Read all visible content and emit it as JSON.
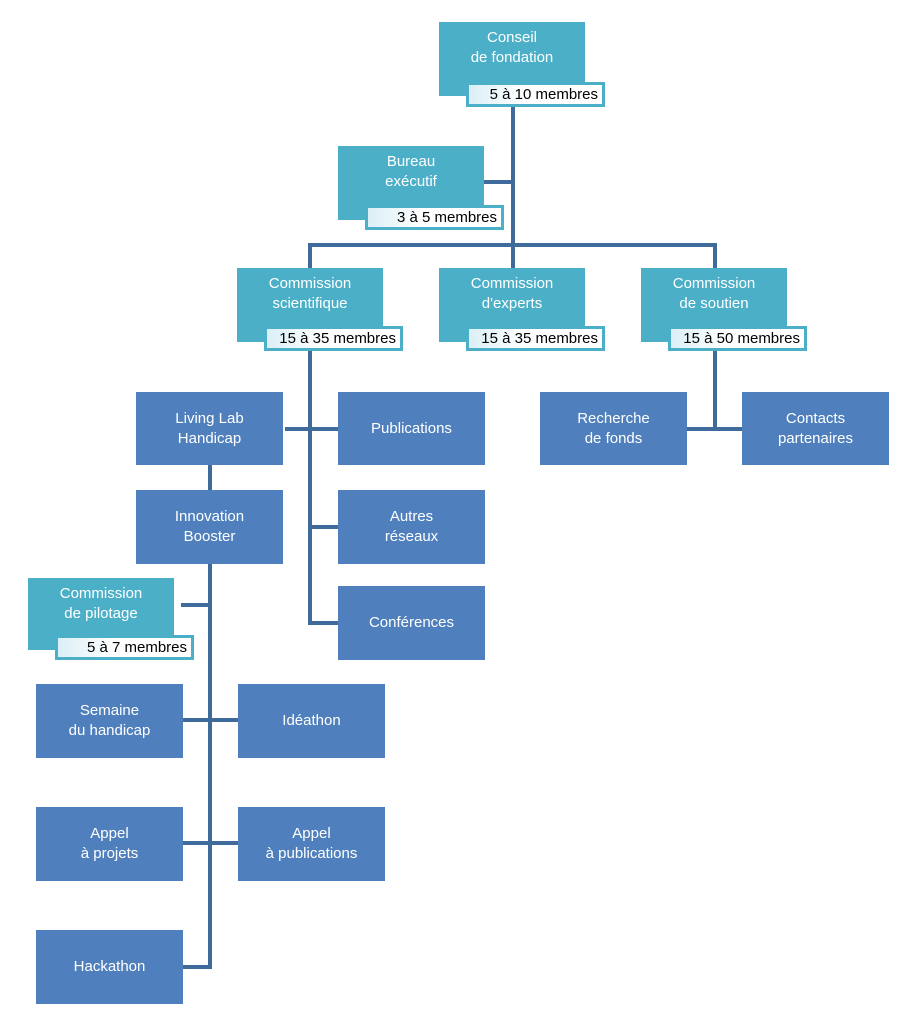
{
  "colors": {
    "teal": "#4bafc8",
    "blue": "#4f80bd",
    "line": "#3e6a9c"
  },
  "nodes": {
    "conseil": {
      "label": "Conseil\nde fondation",
      "members": "5 à 10 membres"
    },
    "bureau": {
      "label": "Bureau\nexécutif",
      "members": "3 à 5 membres"
    },
    "comm_scientifique": {
      "label": "Commission\nscientifique",
      "members": "15 à 35 membres"
    },
    "comm_experts": {
      "label": "Commission\nd'experts",
      "members": "15 à 35 membres"
    },
    "comm_soutien": {
      "label": "Commission\nde soutien",
      "members": "15 à 50 membres"
    },
    "living_lab": {
      "label": "Living Lab\nHandicap"
    },
    "publications": {
      "label": "Publications"
    },
    "autres_reseaux": {
      "label": "Autres\nréseaux"
    },
    "conferences": {
      "label": "Conférences"
    },
    "recherche_fonds": {
      "label": "Recherche\nde fonds"
    },
    "contacts_partenaires": {
      "label": "Contacts\npartenaires"
    },
    "innovation_booster": {
      "label": "Innovation\nBooster"
    },
    "comm_pilotage": {
      "label": "Commission\nde pilotage",
      "members": "5 à 7 membres"
    },
    "semaine_handicap": {
      "label": "Semaine\ndu handicap"
    },
    "ideathon": {
      "label": "Idéathon"
    },
    "appel_projets": {
      "label": "Appel\nà projets"
    },
    "appel_publications": {
      "label": "Appel\nà publications"
    },
    "hackathon": {
      "label": "Hackathon"
    }
  }
}
